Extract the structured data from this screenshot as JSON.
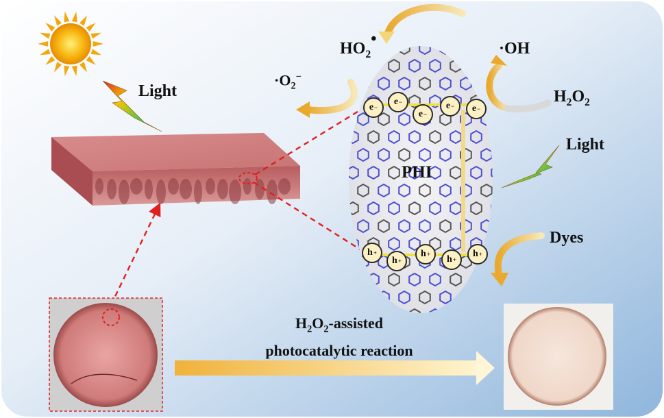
{
  "diagram": {
    "light_label_left": "Light",
    "light_label_right": "Light",
    "catalyst_label": "PHI",
    "species": {
      "ho2": {
        "base": "HO",
        "sub": "2",
        "dot": "•"
      },
      "oh": "·OH",
      "o2_radical": {
        "prefix": "·O",
        "sub": "2",
        "sup": "−"
      },
      "h2o2": {
        "base": "H",
        "sub1": "2",
        "mid": "O",
        "sub2": "2"
      }
    },
    "dyes_label": "Dyes",
    "electron": {
      "base": "e",
      "sup": "−"
    },
    "hole": {
      "base": "h",
      "sup": "+"
    },
    "reaction_caption": {
      "line1_h": "H",
      "line1_sub1": "2",
      "line1_o": "O",
      "line1_sub2": "2",
      "line1_tail": "-assisted",
      "line2": "photocatalytic reaction"
    },
    "colors": {
      "background_top": "#ffffff",
      "background_bottom": "#9fc0e0",
      "membrane": "#c96f72",
      "dashed_red": "#e02020",
      "flow_arrow": "#f2c35a",
      "badge_fill": "#fbf1c4",
      "lattice_blue": "#4b4fd0"
    }
  }
}
